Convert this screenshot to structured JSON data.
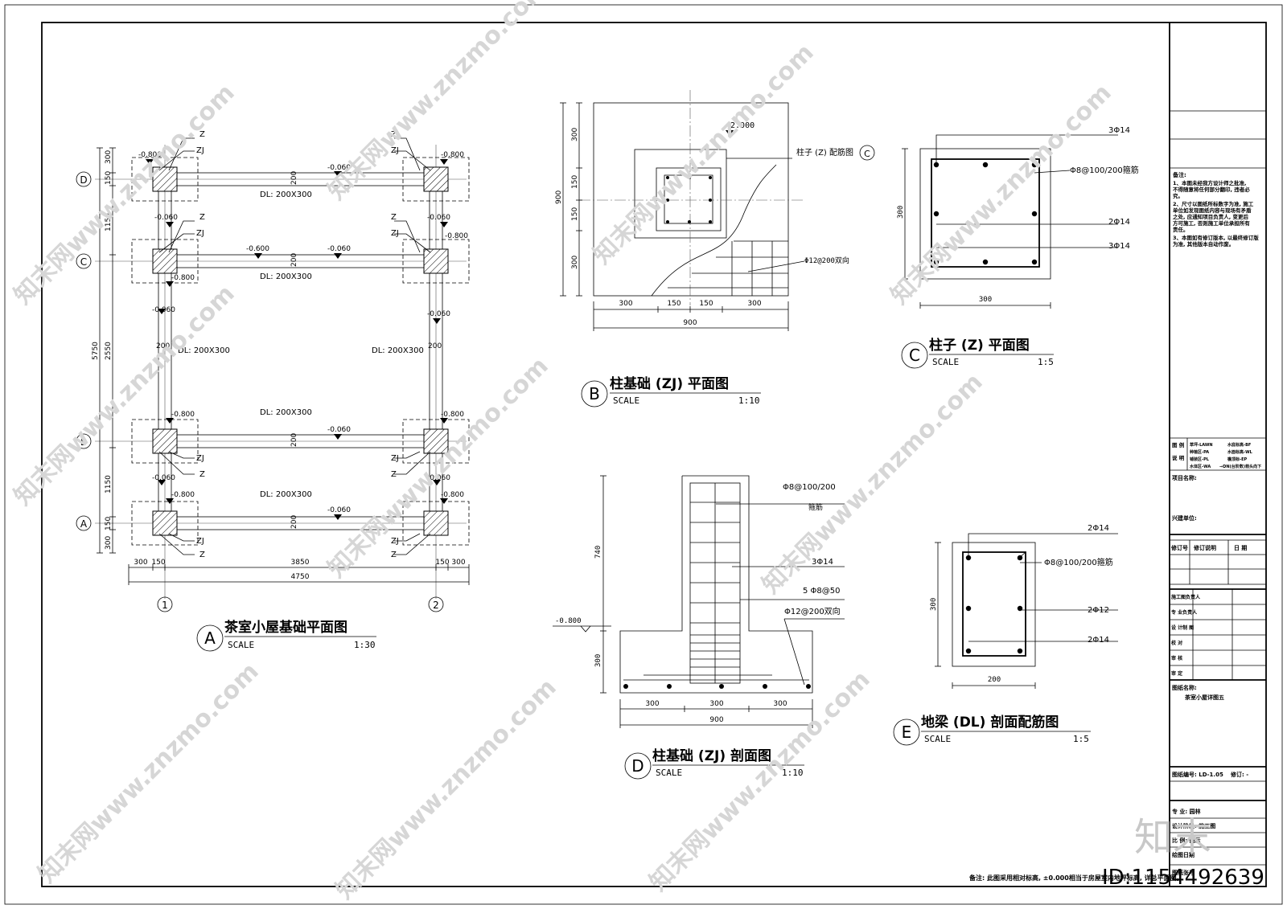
{
  "plan_a": {
    "marker": "A",
    "title": "茶室小屋基础平面图",
    "scale_label": "SCALE",
    "scale": "1:30",
    "grid_rows": [
      "D",
      "C",
      "B",
      "A"
    ],
    "grid_cols": [
      "1",
      "2"
    ],
    "left_dims": [
      "150",
      "300",
      "1150",
      "5750",
      "2550",
      "1150",
      "150",
      "300"
    ],
    "bottom_dims": [
      "300",
      "150",
      "3850",
      "150",
      "300"
    ],
    "overall_width": "4750",
    "labels": {
      "z": "Z",
      "zj": "ZJ",
      "el_m0800": "-0.800",
      "el_m0060": "-0.060",
      "el_m0600": "-0.600",
      "beam": "DL: 200X300",
      "beam2": "DL: 200X300",
      "w200": "200"
    }
  },
  "plan_b": {
    "marker": "B",
    "title": "柱基础 (ZJ) 平面图",
    "scale_label": "SCALE",
    "scale": "1:10",
    "elevation": "-2.000",
    "column_ref": "柱子 (Z) 配筋图",
    "ref_marker": "C",
    "rebar": "Φ12@200双向",
    "side_dims": [
      "300",
      "150",
      "150",
      "300"
    ],
    "overall": "900",
    "bottom_dims": [
      "300",
      "150",
      "150",
      "300"
    ],
    "bottom_overall": "900"
  },
  "plan_c": {
    "marker": "C",
    "title": "柱子 (Z) 平面图",
    "scale_label": "SCALE",
    "scale": "1:5",
    "rebar_top": "3Φ14",
    "stirrup": "Φ8@100/200箍筋",
    "rebar_mid": "2Φ14",
    "rebar_bot": "3Φ14",
    "height": "300",
    "width": "300"
  },
  "plan_d": {
    "marker": "D",
    "title": "柱基础 (ZJ) 剖面图",
    "scale_label": "SCALE",
    "scale": "1:10",
    "stirrup": "Φ8@100/200",
    "stirrup_note": "箍筋",
    "rebar1": "3Φ14",
    "rebar2": "5 Φ8@50",
    "rebar3": "Φ12@200双向",
    "elevation": "-0.800",
    "h1": "740",
    "h2": "300",
    "bottom_dims": [
      "300",
      "300",
      "300"
    ],
    "overall": "900"
  },
  "plan_e": {
    "marker": "E",
    "title": "地梁 (DL) 剖面配筋图",
    "scale_label": "SCALE",
    "scale": "1:5",
    "rebar_top": "2Φ14",
    "stirrup": "Φ8@100/200箍筋",
    "rebar_mid": "2Φ12",
    "rebar_bot": "2Φ14",
    "height": "300",
    "width": "200"
  },
  "title_block": {
    "notes_title": "备注:",
    "notes": [
      "1、本图未经我方设计师之批准,",
      "不得随意将任何部分翻印, 违者必",
      "究。",
      "2、尺寸以图纸所标数字为准, 施工",
      "单位如发现图纸内容与现场有矛盾",
      "之处, 应通知项目负责人, 变更后",
      "方可施工, 否则施工单位承担所有",
      "责任。",
      "3、本图如有修订版本, 以最终修订版",
      "为准, 其他版本自动作废。"
    ],
    "legend_label1": "图 例",
    "legend_label2": "说 明",
    "legend_items": [
      "草坪-LAWN",
      "水底标高-BF",
      "种植区-PA",
      "水面标高-WL",
      "铺装区-PL",
      "檐顶标-EP",
      "水体区-WA",
      "→DN(台阶数)箭头向下"
    ],
    "project_name": "项目名称:",
    "client": "兴建单位:",
    "rev_no": "修订号",
    "rev_desc": "修订说明",
    "rev_date": "日 期",
    "roles": [
      "施工图负责人",
      "专 业负责人",
      "设 计制 图",
      "校 对",
      "审 核",
      "审 定"
    ],
    "drawing_name_label": "图纸名称:",
    "drawing_name": "茶室小屋详图五",
    "drawing_no": "图纸编号: LD-1.05",
    "revision": "修订: -",
    "discipline": "专 业: 园林",
    "stage": "设计阶段: 施工图",
    "scale": "比 例: 图示",
    "date_label": "绘图日期",
    "sheet": "图纸张号"
  },
  "footer_note": "备注: 此图采用相对标高, ±0.000相当于房屋室内地坪标高, 详总平面图。",
  "watermarks": {
    "site": "知末网www.znzmo.com",
    "logo": "知末",
    "id": "ID:1154492639"
  }
}
